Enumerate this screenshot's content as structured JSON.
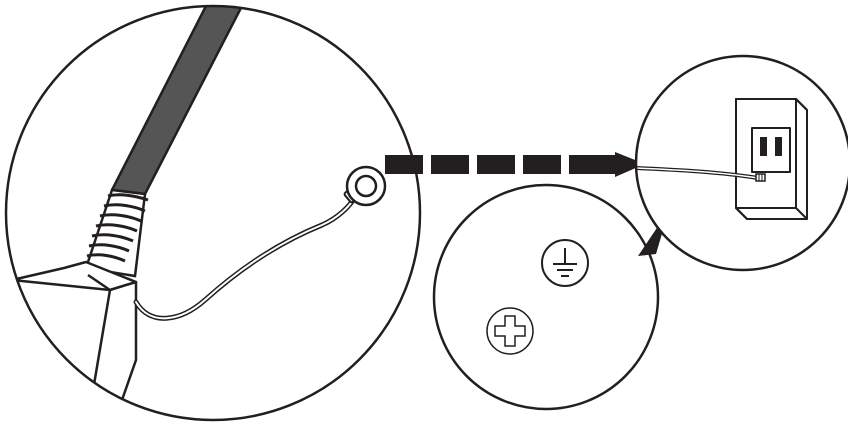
{
  "diagram": {
    "panels": [
      "cable-grounding-lug-detail",
      "ground-symbols-detail",
      "wall-outlet-detail"
    ],
    "connector": "dashed-arrow",
    "symbols": {
      "ground": "earth-ground-symbol",
      "screw": "cross-screw-symbol"
    },
    "icons": [
      "earth-ground-icon",
      "cross-screw-icon",
      "wall-outlet-icon",
      "ring-terminal-icon"
    ],
    "colors": {
      "line": "#231f20",
      "cable_dark": "#555555",
      "background": "#ffffff"
    }
  }
}
